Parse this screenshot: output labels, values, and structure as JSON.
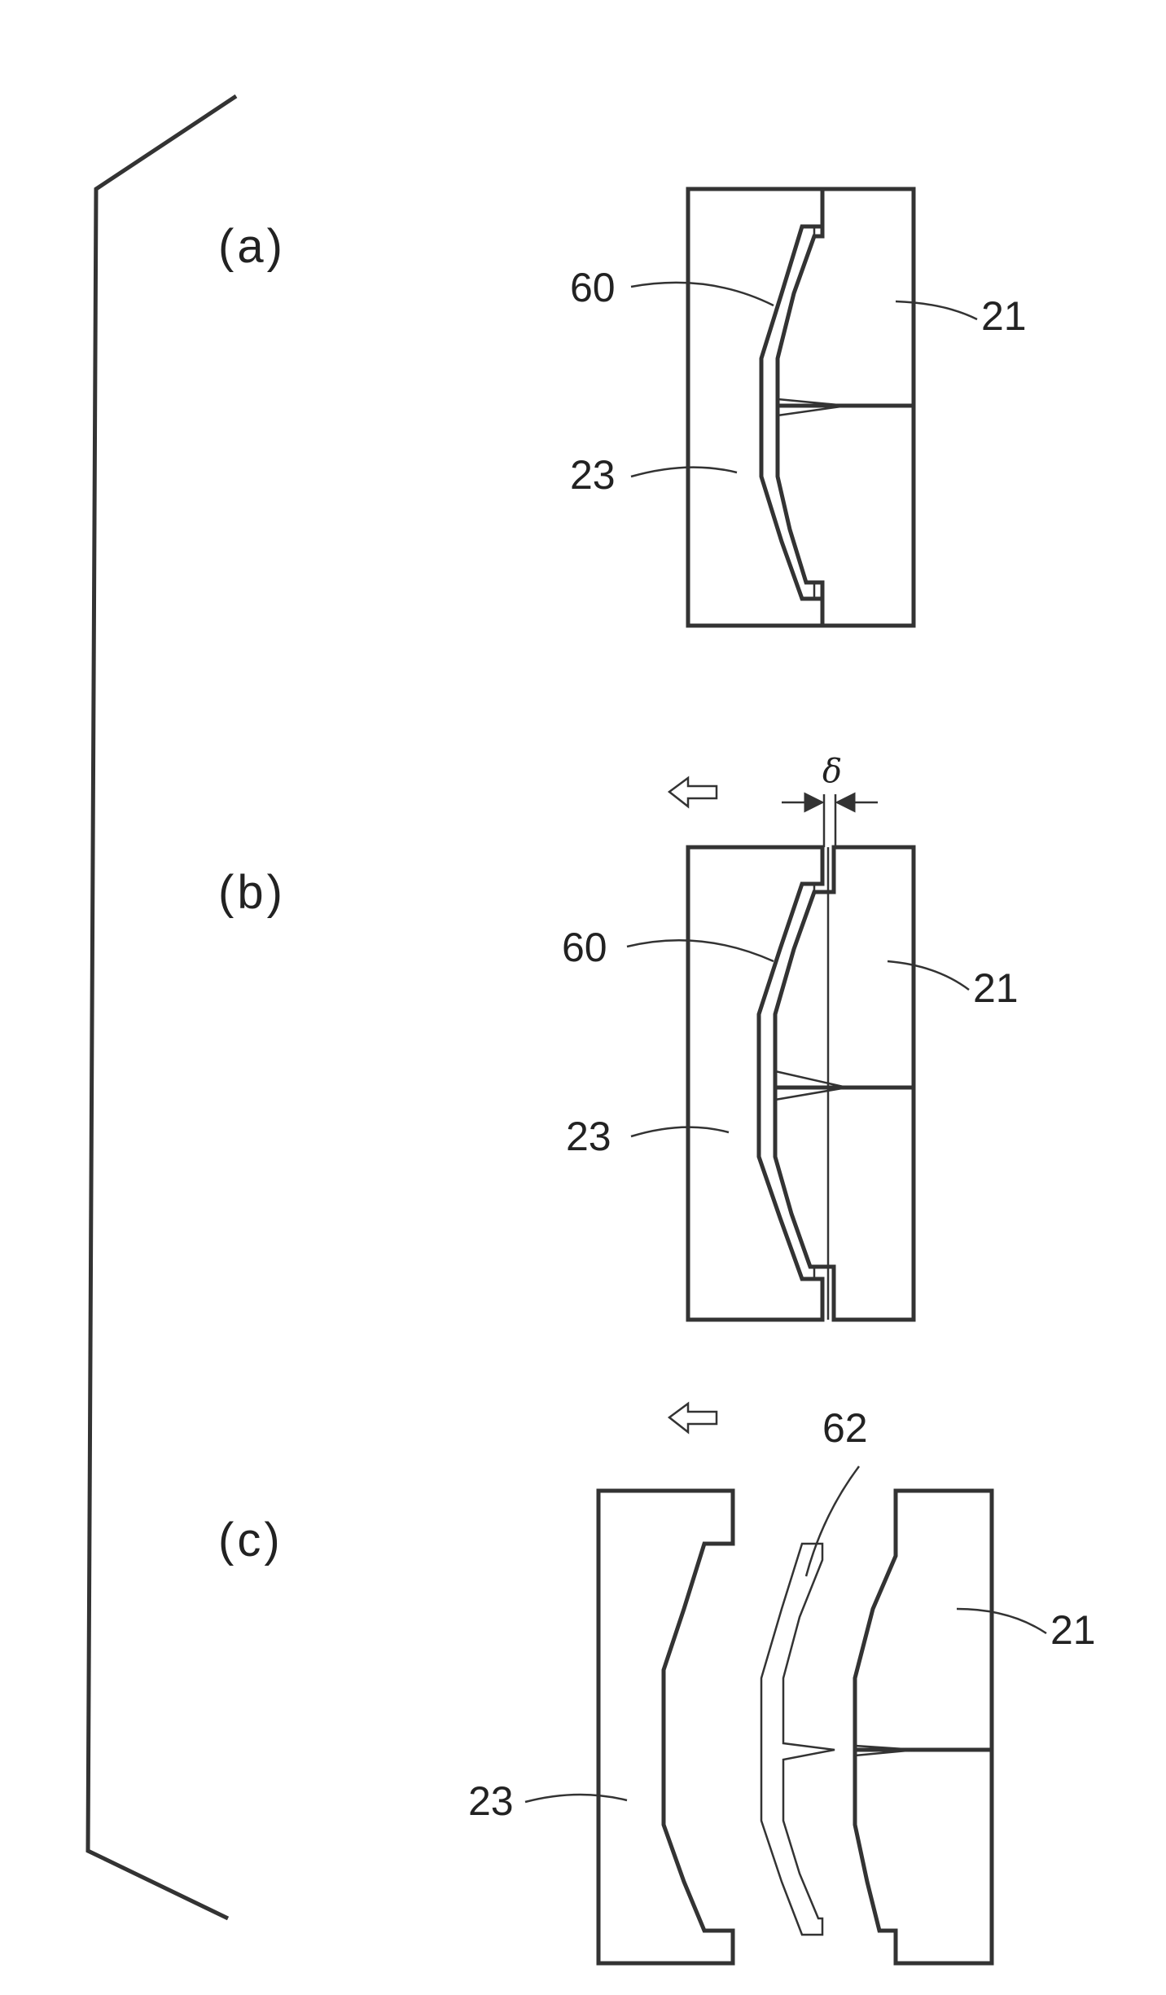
{
  "panels": [
    {
      "label": "(a)",
      "refs": {
        "lens": "60",
        "upper": "21",
        "lower": "23"
      }
    },
    {
      "label": "(b)",
      "refs": {
        "lens": "60",
        "upper": "21",
        "lower": "23"
      },
      "gap_symbol": "δ"
    },
    {
      "label": "(c)",
      "refs": {
        "part": "62",
        "upper": "21",
        "lower": "23"
      }
    }
  ]
}
